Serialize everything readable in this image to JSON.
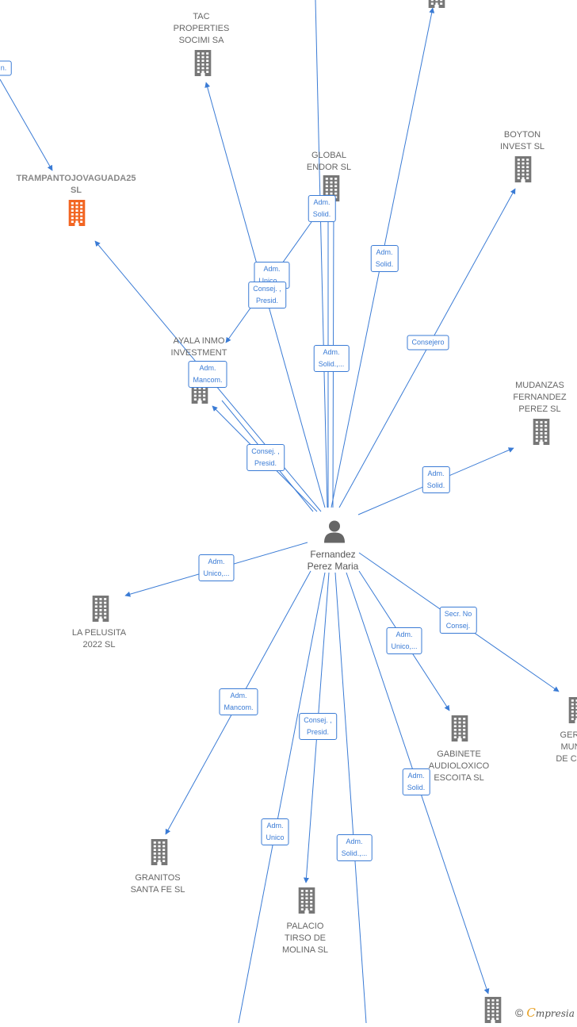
{
  "colors": {
    "edge": "#3a7bd5",
    "building": "#777777",
    "building_highlight": "#f26522",
    "person": "#666666"
  },
  "center": {
    "label_lines": [
      "Fernandez",
      "Perez Maria"
    ]
  },
  "nodes": [
    {
      "id": "tac",
      "lines": [
        "TAC",
        "PROPERTIES",
        "SOCIMI SA"
      ]
    },
    {
      "id": "trampanto",
      "lines": [
        "TRAMPANTOJOVAGUADA25",
        "SL"
      ],
      "highlight": true
    },
    {
      "id": "global",
      "lines": [
        "GLOBAL",
        "ENDOR  SL"
      ]
    },
    {
      "id": "boyton",
      "lines": [
        "BOYTON",
        "INVEST  SL"
      ]
    },
    {
      "id": "ayala",
      "lines": [
        "AYALA INMO",
        "INVESTMENT"
      ]
    },
    {
      "id": "mudanzas",
      "lines": [
        "MUDANZAS",
        "FERNANDEZ",
        "PEREZ  SL"
      ]
    },
    {
      "id": "pelusita",
      "lines": [
        "LA PELUSITA",
        "2022  SL"
      ]
    },
    {
      "id": "gabinete",
      "lines": [
        "GABINETE",
        "AUDIOLOXICO",
        "ESCOITA  SL"
      ]
    },
    {
      "id": "geri",
      "lines": [
        "GERI",
        "MUN",
        "DE CUI"
      ]
    },
    {
      "id": "granitos",
      "lines": [
        "GRANITOS",
        "SANTA FE SL"
      ]
    },
    {
      "id": "palacio",
      "lines": [
        "PALACIO",
        "TIRSO DE",
        "MOLINA  SL"
      ]
    },
    {
      "id": "top_right",
      "lines": []
    },
    {
      "id": "bottom_right",
      "lines": []
    }
  ],
  "edge_labels": [
    {
      "id": "e_tl",
      "lines": [
        "..n."
      ]
    },
    {
      "id": "e_global",
      "lines": [
        "Adm.",
        "Solid."
      ]
    },
    {
      "id": "e_topright",
      "lines": [
        "Adm.",
        "Solid."
      ]
    },
    {
      "id": "e_tac_unico",
      "lines": [
        "Adm.",
        "Unico,..."
      ]
    },
    {
      "id": "e_tac_consej",
      "lines": [
        "Consej. ,",
        "Presid."
      ]
    },
    {
      "id": "e_solid_center",
      "lines": [
        "Adm.",
        "Solid.,..."
      ]
    },
    {
      "id": "e_boyton",
      "lines": [
        "Consejero"
      ]
    },
    {
      "id": "e_ayala_mancom",
      "lines": [
        "Adm.",
        "Mancom."
      ]
    },
    {
      "id": "e_ayala_consej",
      "lines": [
        "Consej. ,",
        "Presid."
      ]
    },
    {
      "id": "e_mudanzas",
      "lines": [
        "Adm.",
        "Solid."
      ]
    },
    {
      "id": "e_pelusita",
      "lines": [
        "Adm.",
        "Unico,..."
      ]
    },
    {
      "id": "e_geri",
      "lines": [
        "Secr.  No",
        "Consej."
      ]
    },
    {
      "id": "e_gabinete",
      "lines": [
        "Adm.",
        "Unico,..."
      ]
    },
    {
      "id": "e_granitos",
      "lines": [
        "Adm.",
        "Mancom."
      ]
    },
    {
      "id": "e_palacio",
      "lines": [
        "Consej. ,",
        "Presid."
      ]
    },
    {
      "id": "e_bottomright",
      "lines": [
        "Adm.",
        "Solid."
      ]
    },
    {
      "id": "e_bottom_unico",
      "lines": [
        "Adm.",
        "Unico"
      ]
    },
    {
      "id": "e_bottom_solid",
      "lines": [
        "Adm.",
        "Solid.,..."
      ]
    }
  ],
  "brand": {
    "copyright": "©",
    "e": "C",
    "rest": "mpresia"
  }
}
